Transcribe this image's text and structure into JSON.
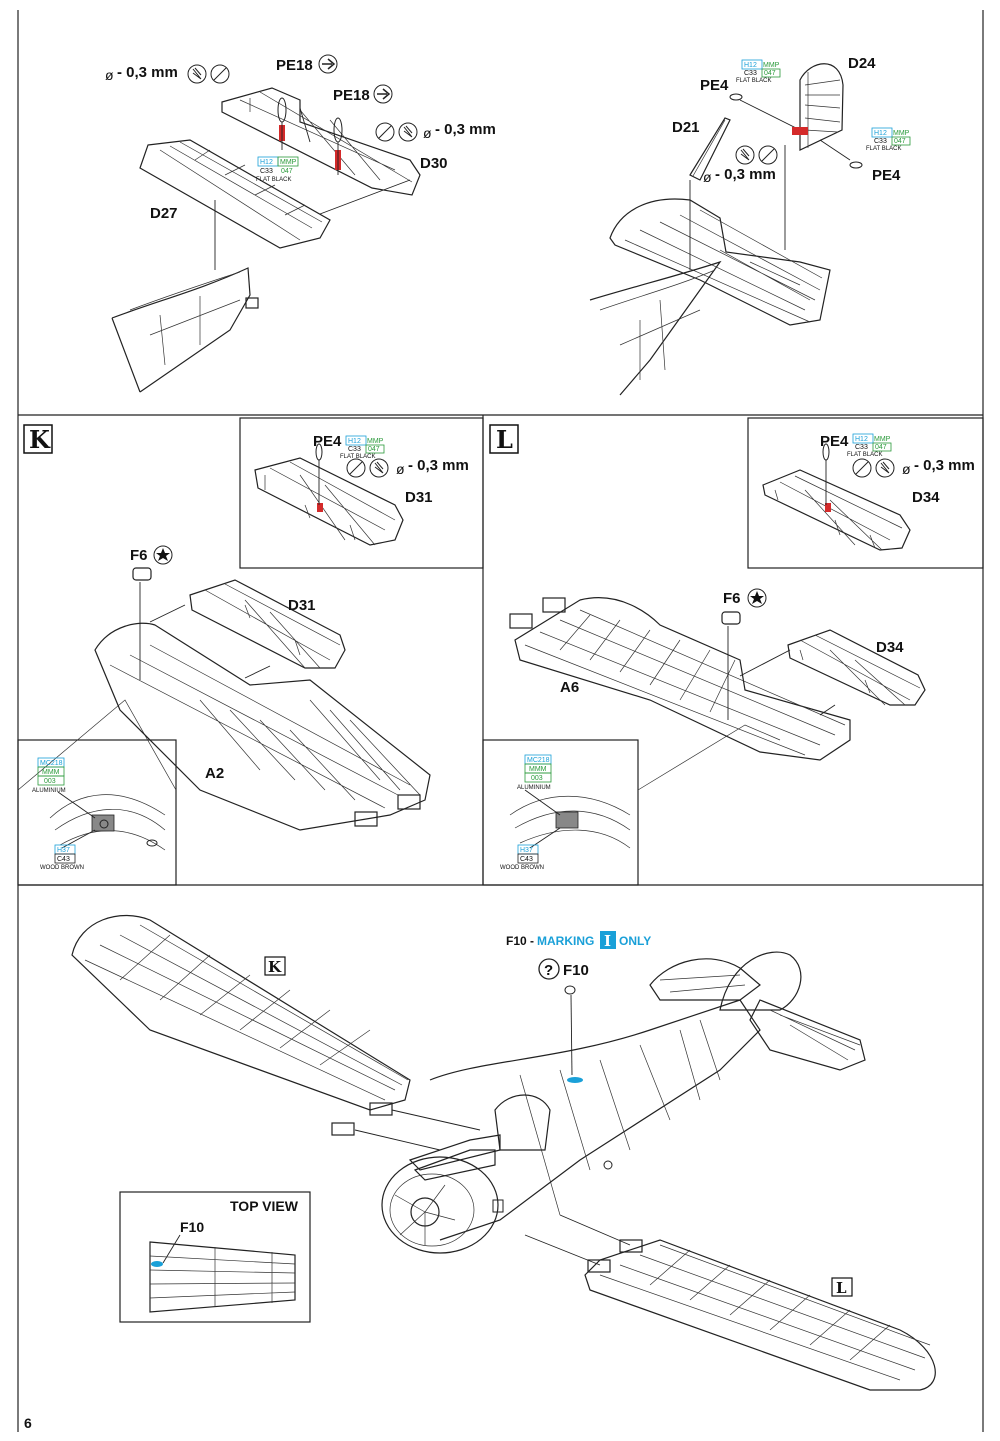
{
  "page_number": "6",
  "colors": {
    "cyan": "#1aa0d8",
    "green": "#2a9a3a",
    "red": "#d42a2a",
    "ink": "#111111"
  },
  "drill_note": "- 0,3 mm",
  "drill_symbol": "ø",
  "paint": {
    "h12": "H12",
    "c33": "C33",
    "mmp": "MMP",
    "n047": "047",
    "flat_black": "FLAT BLACK",
    "mc218": "MC218",
    "mmm": "MMM",
    "n003": "003",
    "aluminium": "ALUMINIUM",
    "h37": "H37",
    "c43": "C43",
    "wood_brown": "WOOD BROWN"
  },
  "parts": {
    "pe18": "PE18",
    "d30": "D30",
    "d27": "D27",
    "pe4": "PE4",
    "d24": "D24",
    "d21": "D21",
    "d31": "D31",
    "d34": "D34",
    "f6": "F6",
    "a2": "A2",
    "a6": "A6",
    "f10": "F10"
  },
  "steps": {
    "k": "K",
    "l": "L"
  },
  "marking_note": {
    "prefix": "F10 -",
    "marking": "MARKING",
    "number": "I",
    "only": "ONLY"
  },
  "option_symbol": "?",
  "top_view": "TOP VIEW"
}
